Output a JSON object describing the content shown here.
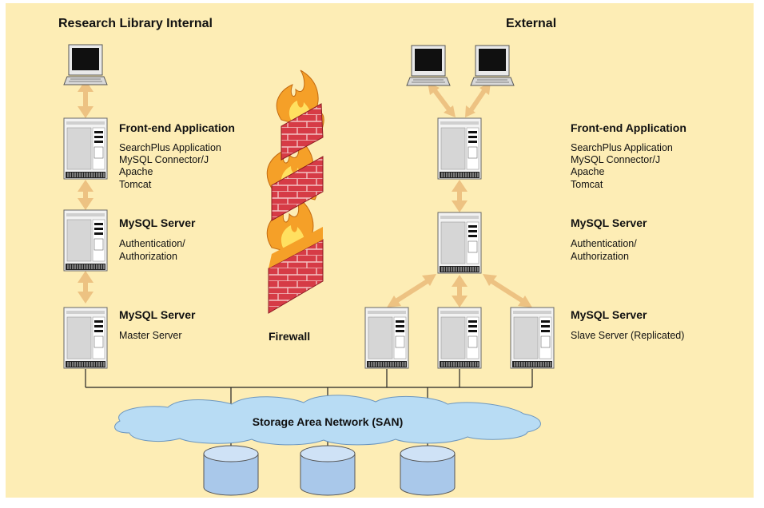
{
  "colors": {
    "background": "#fdedb5",
    "arrow": "#edc282",
    "firewall_brick": "#d63b46",
    "flame_outer": "#f5a028",
    "flame_inner": "#ffe060",
    "cloud": "#b8dcf4",
    "disk": "#a9c8ea"
  },
  "internal": {
    "title": "Research Library Internal",
    "frontend": {
      "title": "Front-end Application",
      "lines": [
        "SearchPlus Application",
        "MySQL Connector/J",
        "Apache",
        "Tomcat"
      ]
    },
    "auth": {
      "title": "MySQL Server",
      "lines": [
        "Authentication/",
        "Authorization"
      ]
    },
    "master": {
      "title": "MySQL Server",
      "lines": [
        "Master Server"
      ]
    }
  },
  "external": {
    "title": "External",
    "frontend": {
      "title": "Front-end Application",
      "lines": [
        "SearchPlus Application",
        "MySQL Connector/J",
        "Apache",
        "Tomcat"
      ]
    },
    "auth": {
      "title": "MySQL Server",
      "lines": [
        "Authentication/",
        "Authorization"
      ]
    },
    "slave": {
      "title": "MySQL Server",
      "lines": [
        "Slave Server (Replicated)"
      ]
    }
  },
  "firewall": {
    "label": "Firewall"
  },
  "san": {
    "label": "Storage Area Network (SAN)"
  },
  "icons": {
    "laptop": "laptop-icon",
    "server": "server-icon",
    "firewall": "firewall-icon",
    "disk": "disk-icon",
    "cloud": "cloud-icon"
  }
}
